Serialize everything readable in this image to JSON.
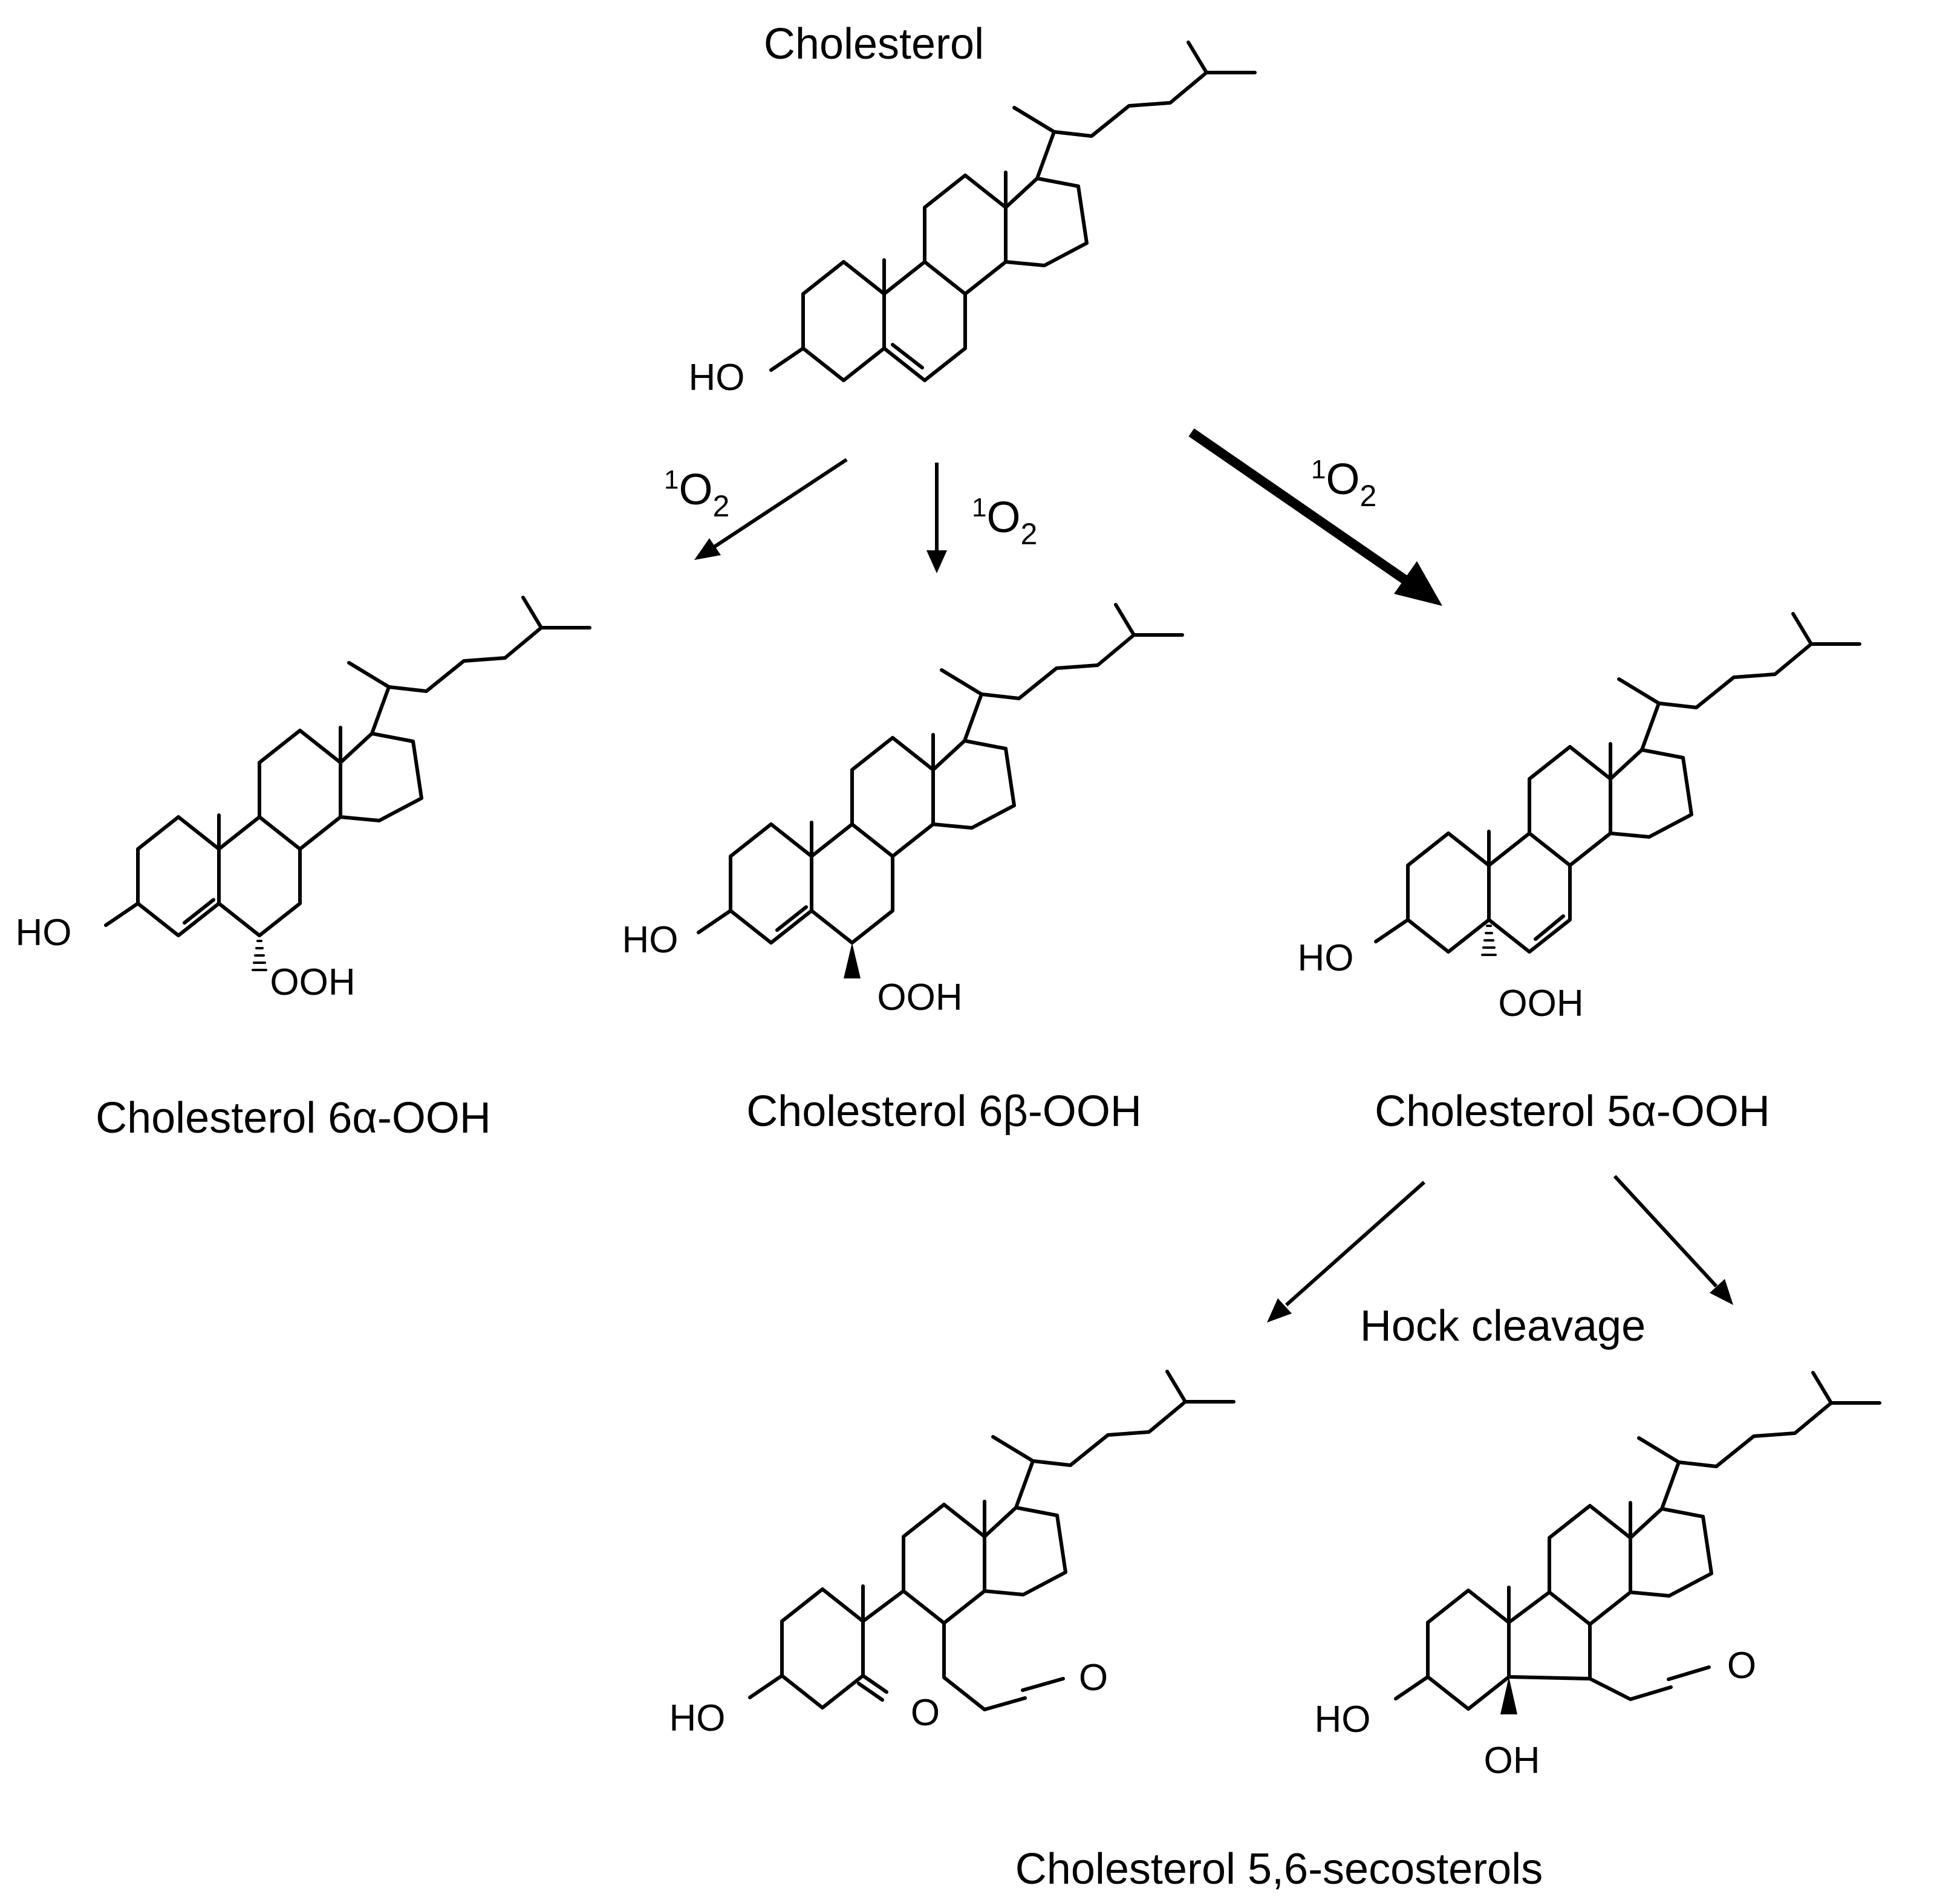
{
  "compounds": {
    "cholesterol": {
      "name": "Cholesterol",
      "ho": "HO"
    },
    "ooh6a": {
      "name": "Cholesterol 6α-OOH",
      "ho": "HO",
      "ooh": "OOH"
    },
    "ooh6b": {
      "name": "Cholesterol 6β-OOH",
      "ho": "HO",
      "ooh": "OOH"
    },
    "ooh5a": {
      "name": "Cholesterol 5α-OOH",
      "ho": "HO",
      "ooh": "OOH"
    },
    "seco_a": {
      "ho": "HO",
      "o_ketone": "O",
      "o_aldehyde": "O"
    },
    "seco_b": {
      "ho": "HO",
      "oh": "OH",
      "o_aldehyde": "O"
    }
  },
  "reagents": {
    "singlet_oxygen_superscript": "1",
    "singlet_oxygen_symbol": "O",
    "singlet_oxygen_subscript": "2"
  },
  "labels": {
    "hock_cleavage": "Hock cleavage",
    "secosterols": "Cholesterol 5,6-secosterols"
  },
  "colors": {
    "ink": "#000000",
    "background": "#ffffff"
  }
}
